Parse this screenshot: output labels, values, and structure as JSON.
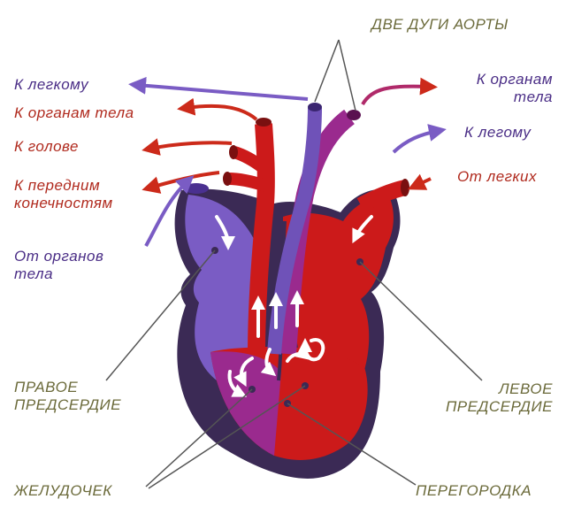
{
  "labels": {
    "two_aortic_arches": "ДВЕ ДУГИ АОРТЫ",
    "to_lung_left": "К легкому",
    "to_body_organs_left": "К органам тела",
    "to_head": "К голове",
    "to_front_limbs": "К передним\nконечностям",
    "from_body_organs": "От органов\nтела",
    "to_body_organs_right": "К органам\nтела",
    "to_lung_right": "К легому",
    "from_lungs": "От легких",
    "right_atrium": "ПРАВОЕ\nПРЕДСЕРДИЕ",
    "left_atrium": "ЛЕВОЕ\nПРЕДСЕРДИЕ",
    "ventricle": "ЖЕЛУДОЧЕК",
    "septum": "ПЕРЕГОРОДКА"
  },
  "colors": {
    "oxygenated": "#cc1a1a",
    "deoxygenated": "#7a5cc4",
    "mixed": "#9a2a8e",
    "outline": "#3b2a55",
    "label_violet": "#4a2d86",
    "label_red": "#b02a1e",
    "label_olive": "#6b6a3a"
  }
}
